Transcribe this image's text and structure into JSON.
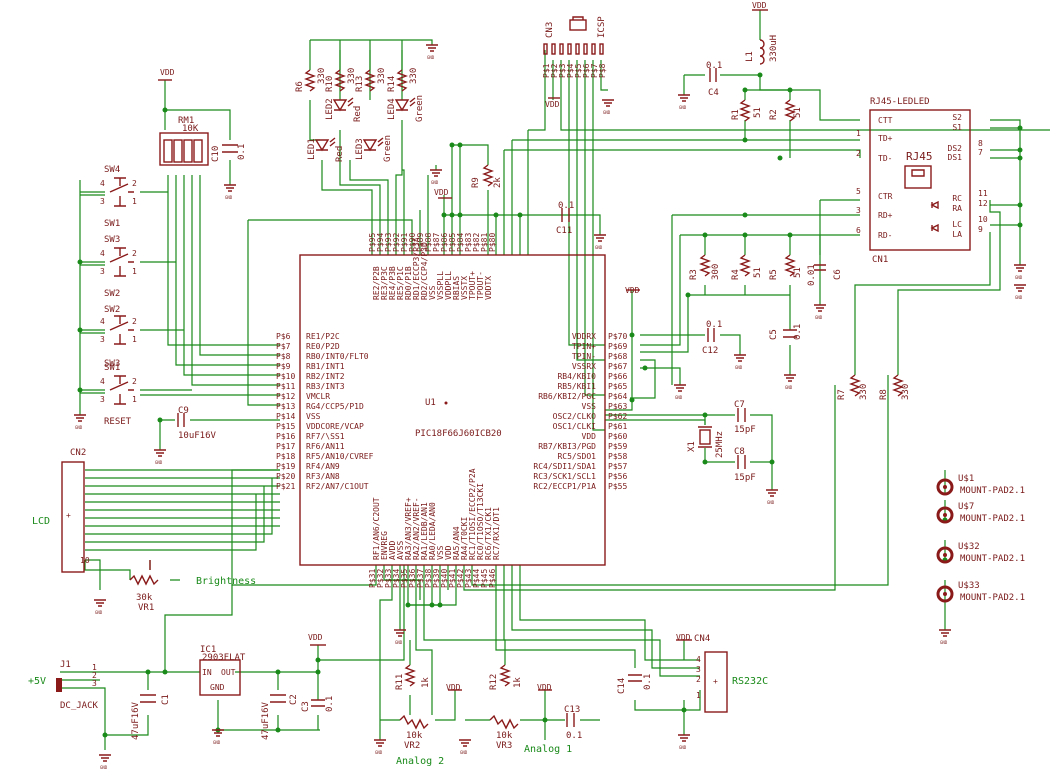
{
  "colors": {
    "wire": "#1a8a1a",
    "part": "#8a1a1a",
    "text": "#7a1a1a",
    "background": "#ffffff"
  },
  "u1": {
    "name": "U1",
    "part": "PIC18F66J60ICB20",
    "left_pins": [
      "RE1/P2C",
      "RE0/P2D",
      "RB0/INT0/FLT0",
      "RB1/INT1",
      "RB2/INT2",
      "RB3/INT3",
      "VMCLR",
      "RG4/CCP5/P1D",
      "VSS",
      "VDDCORE/VCAP",
      "RF7/\\SS1",
      "RF6/AN11",
      "RF5/AN10/CVREF",
      "RF4/AN9",
      "RF3/AN8",
      "RF2/AN7/C1OUT"
    ],
    "left_pin_nums": [
      "P$6",
      "P$7",
      "P$8",
      "P$9",
      "P$10",
      "P$11",
      "P$12",
      "P$13",
      "P$14",
      "P$15",
      "P$16",
      "P$17",
      "P$18",
      "P$19",
      "P$20",
      "P$21"
    ],
    "right_pins": [
      "VDDRX",
      "TPIN+",
      "TPIN-",
      "VSSRX",
      "RB4/KBI0",
      "RB5/KBI1",
      "RB6/KBI2/PGC",
      "VSS",
      "OSC2/CLKO",
      "OSC1/CLKI",
      "VDD",
      "RB7/KBI3/PGD",
      "RC5/SDO1",
      "RC4/SDI1/SDA1",
      "RC3/SCK1/SCL1",
      "RC2/ECCP1/P1A"
    ],
    "right_pin_nums": [
      "P$70",
      "P$69",
      "P$68",
      "P$67",
      "P$66",
      "P$65",
      "P$64",
      "P$63",
      "P$62",
      "P$61",
      "P$60",
      "P$59",
      "P$58",
      "P$57",
      "P$56",
      "P$55"
    ],
    "top_pins": [
      "RE2/P2B",
      "RE3/P3C",
      "RE4/P3B",
      "RE5/P1C",
      "RD0/P1B",
      "RD1/ECCP3/P3A",
      "RD2/CCP4/P3D",
      "VSS",
      "VSSPLL",
      "VDDPLL",
      "RBIAS",
      "VSSTX",
      "TPOUT+",
      "TPOUT-",
      "VDDTX"
    ],
    "top_pin_nums": [
      "P$95",
      "P$94",
      "P$93",
      "P$92",
      "P$91",
      "P$90",
      "P$89",
      "P$88",
      "P$87",
      "P$86",
      "P$85",
      "P$84",
      "P$83",
      "P$82",
      "P$81",
      "P$80"
    ],
    "bottom_pins": [
      "RF1/AN6/C2OUT",
      "ENVREG",
      "AVDD",
      "AVSS",
      "RA3/AN3/VREF+",
      "RA2/AN2/VREF-",
      "RA1/LEDB/AN1",
      "RA0/LEDA/AN0",
      "VSS",
      "VDD",
      "RA5/AN4",
      "RA4/T0CKI",
      "RC1/T1OSI/ECCP2/P2A",
      "RC0/T1OSO/T13CKI",
      "RC6/TX1/CK1",
      "RC7/RX1/DT1"
    ],
    "bottom_pin_nums": [
      "P$31",
      "P$32",
      "P$33",
      "P$34",
      "P$35",
      "P$36",
      "P$37",
      "P$38",
      "P$39",
      "P$40",
      "P$41",
      "P$42",
      "P$43",
      "P$44",
      "P$45",
      "P$46"
    ]
  },
  "rj45": {
    "title": "RJ45-LEDLED",
    "name": "CN1",
    "label": "RJ45",
    "left_pins": [
      "CTT",
      "TD+",
      "TD-",
      "CTR",
      "RD+",
      "RD-"
    ],
    "left_nums": [
      "",
      "1",
      "2",
      "5",
      "3",
      "6"
    ],
    "right_pins": [
      "S2",
      "S1",
      "DS2",
      "DS1",
      "RC",
      "RA",
      "LC",
      "LA"
    ],
    "right_nums": [
      "",
      "",
      "8",
      "7",
      "11",
      "12",
      "10",
      "9"
    ]
  },
  "parts": {
    "rm1": {
      "name": "RM1",
      "value": "10K"
    },
    "c10": {
      "name": "C10",
      "value": "0.1"
    },
    "vdd": "VDD",
    "sw": [
      "SW4",
      "SW1",
      "SW3",
      "SW2",
      "SW2",
      "SW3",
      "SW1",
      "RESET"
    ],
    "sw_pins": [
      "4",
      "3",
      "4",
      "3",
      "4",
      "3",
      "4",
      "3"
    ],
    "leds": [
      {
        "name": "LED1",
        "color": "Red"
      },
      {
        "name": "LED2",
        "color": "Red"
      },
      {
        "name": "LED3",
        "color": "Green"
      },
      {
        "name": "LED4",
        "color": "Green"
      }
    ],
    "resistors_top": [
      {
        "name": "R6",
        "value": "330"
      },
      {
        "name": "R10",
        "value": "330"
      },
      {
        "name": "R13",
        "value": "330"
      },
      {
        "name": "R14",
        "value": "330"
      }
    ],
    "r9": {
      "name": "R9",
      "value": "2k"
    },
    "c11": {
      "name": "C11",
      "value": "0.1"
    },
    "cn3": "CN3",
    "icsp": "ICSP",
    "cn3_pins": [
      "P$1",
      "P$2",
      "P$3",
      "P$4",
      "P$5",
      "P$6",
      "P$7",
      "P$8"
    ],
    "l1": {
      "name": "L1",
      "value": "330uH"
    },
    "c4": {
      "name": "C4",
      "value": "0.1"
    },
    "r1": {
      "name": "R1",
      "value": "51"
    },
    "r2": {
      "name": "R2",
      "value": "51"
    },
    "r3": {
      "name": "R3",
      "value": "300"
    },
    "r4": {
      "name": "R4",
      "value": "51"
    },
    "r5": {
      "name": "R5",
      "value": "51"
    },
    "c6": {
      "name": "C6",
      "value": "0.01"
    },
    "c5": {
      "name": "C5",
      "value": "0.1"
    },
    "c12": {
      "name": "C12",
      "value": "0.1"
    },
    "c7": {
      "name": "C7",
      "value": "15pF"
    },
    "c8": {
      "name": "C8",
      "value": "15pF"
    },
    "x1": {
      "name": "X1",
      "value": "25MHz"
    },
    "r7": {
      "name": "R7",
      "value": "330"
    },
    "r8": {
      "name": "R8",
      "value": "330"
    },
    "c9": {
      "name": "C9",
      "value": "10uF16V"
    },
    "cn2": "CN2",
    "lcd": "LCD",
    "vr1": {
      "name": "VR1",
      "value": "30k",
      "label": "Brightness"
    },
    "ic1": {
      "name": "IC1",
      "part": "2903FLAT",
      "in": "IN",
      "out": "OUT",
      "gnd": "GND"
    },
    "j1": {
      "name": "J1",
      "part": "DC_JACK",
      "net": "+5V"
    },
    "c1": {
      "name": "C1",
      "value": "47uF16V"
    },
    "c2": {
      "name": "C2",
      "value": "47uF16V"
    },
    "c3": {
      "name": "C3",
      "value": "0.1"
    },
    "r11": {
      "name": "R11",
      "value": "1k"
    },
    "r12": {
      "name": "R12",
      "value": "1k"
    },
    "vr2": {
      "name": "VR2",
      "value": "10k",
      "label": "Analog 2"
    },
    "vr3": {
      "name": "VR3",
      "value": "10k",
      "label": "Analog 1"
    },
    "c13": {
      "name": "C13",
      "value": "0.1"
    },
    "c14": {
      "name": "C14",
      "value": "0.1"
    },
    "cn4": {
      "name": "CN4",
      "label": "RS232C"
    },
    "mounts": [
      {
        "name": "U$1",
        "part": "MOUNT-PAD2.1"
      },
      {
        "name": "U$7",
        "part": "MOUNT-PAD2.1"
      },
      {
        "name": "U$32",
        "part": "MOUNT-PAD2.1"
      },
      {
        "name": "U$33",
        "part": "MOUNT-PAD2.1"
      }
    ],
    "gnd": "GND"
  }
}
